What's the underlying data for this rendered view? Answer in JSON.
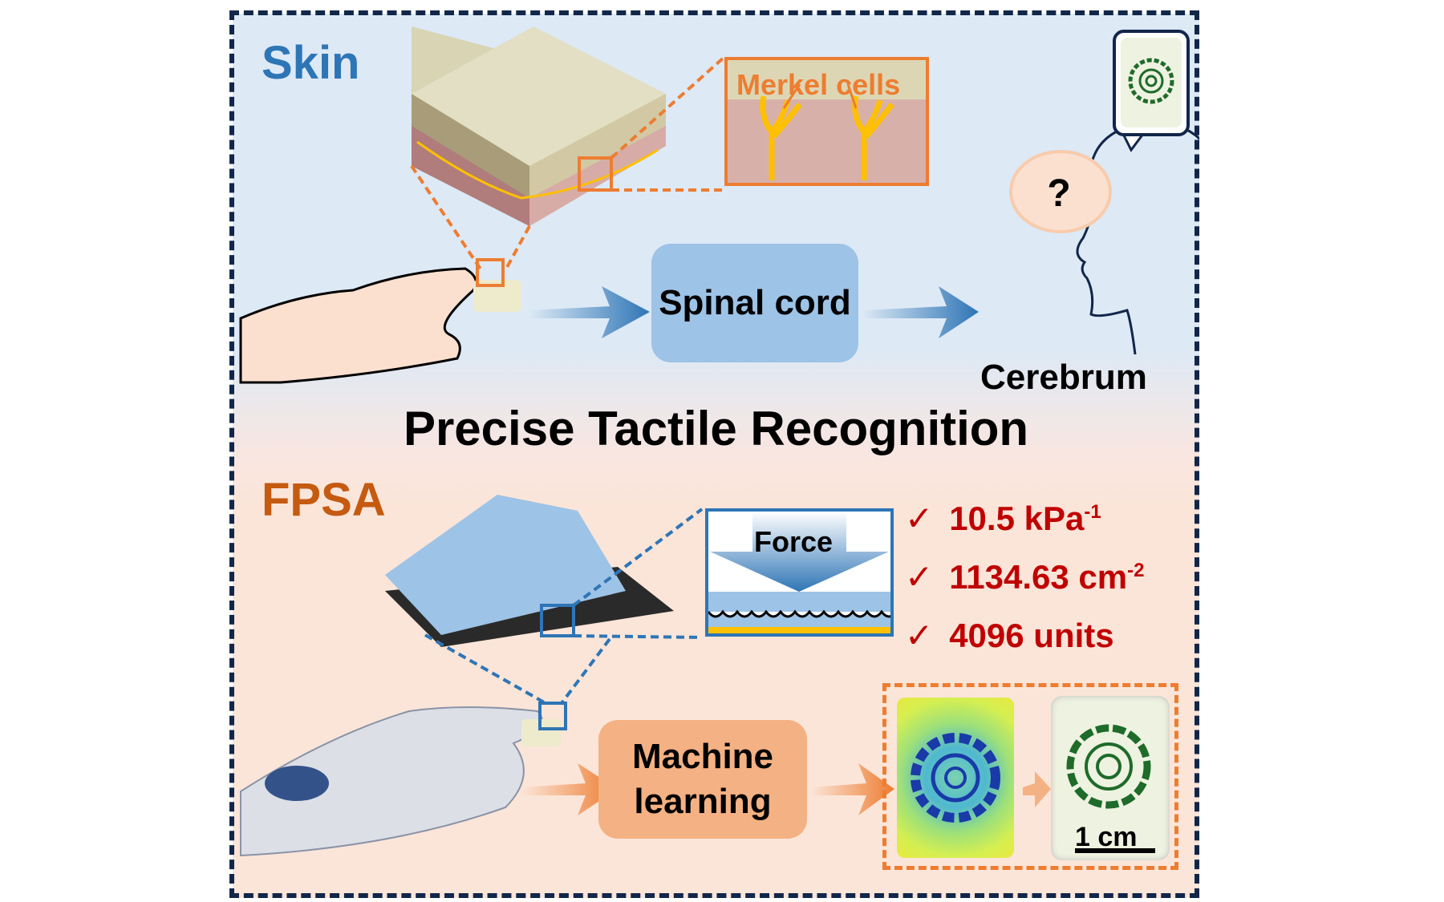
{
  "skin_section": {
    "heading": "Skin",
    "inset_label": "Merkel cells",
    "relay_label": "Spinal cord",
    "target_label": "Cerebrum",
    "thought_symbol": "?"
  },
  "title": "Precise Tactile Recognition",
  "fpsa_section": {
    "heading": "FPSA",
    "inset_label": "Force",
    "relay_label": "Machine learning",
    "scale_bar": "1 cm",
    "specs": [
      {
        "check": "✓",
        "value": "10.5 kPa",
        "sup": "-1"
      },
      {
        "check": "✓",
        "value": "1134.63 cm",
        "sup": "-2"
      },
      {
        "check": "✓",
        "value": "4096 units",
        "sup": ""
      }
    ]
  },
  "colors": {
    "skin_blue": "#2e75b6",
    "fpsa_orange": "#c55a11",
    "spec_red": "#c00000",
    "border_navy": "#12264a"
  }
}
